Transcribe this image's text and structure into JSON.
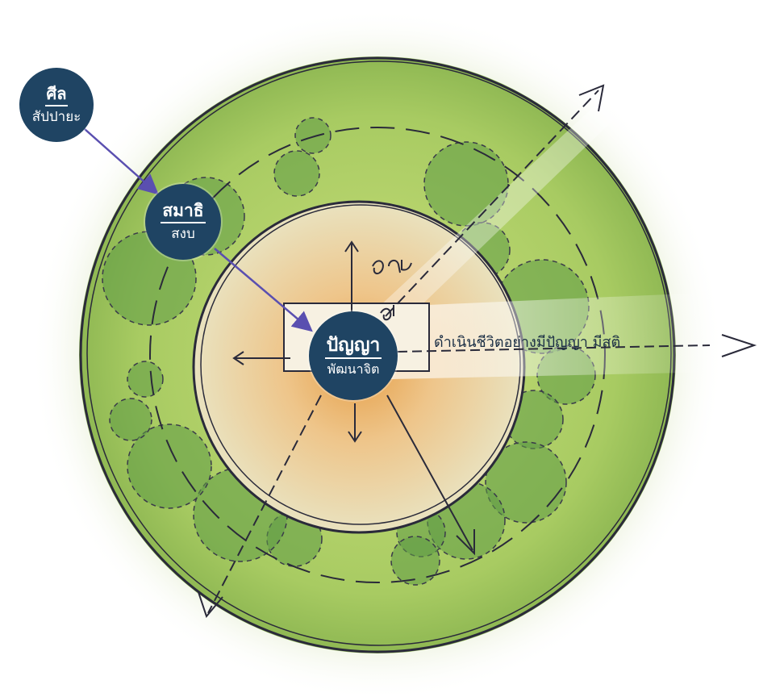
{
  "badges": {
    "sila": {
      "title": "ศีล",
      "subtitle": "สัปปายะ"
    },
    "samadhi": {
      "title": "สมาธิ",
      "subtitle": "สงบ"
    },
    "panya": {
      "title": "ปัญญา",
      "subtitle": "พัฒนาจิต"
    }
  },
  "life_label": "ดำเนินชีวิตอย่างมีปัญญา มีสติ",
  "colors": {
    "badge": "#1f4463",
    "connector": "#5a4fb0",
    "grass": "#9fc45a",
    "tree": "#4f8a3c",
    "center_glow": "#e8b05a",
    "ink": "#2a2a3a"
  }
}
